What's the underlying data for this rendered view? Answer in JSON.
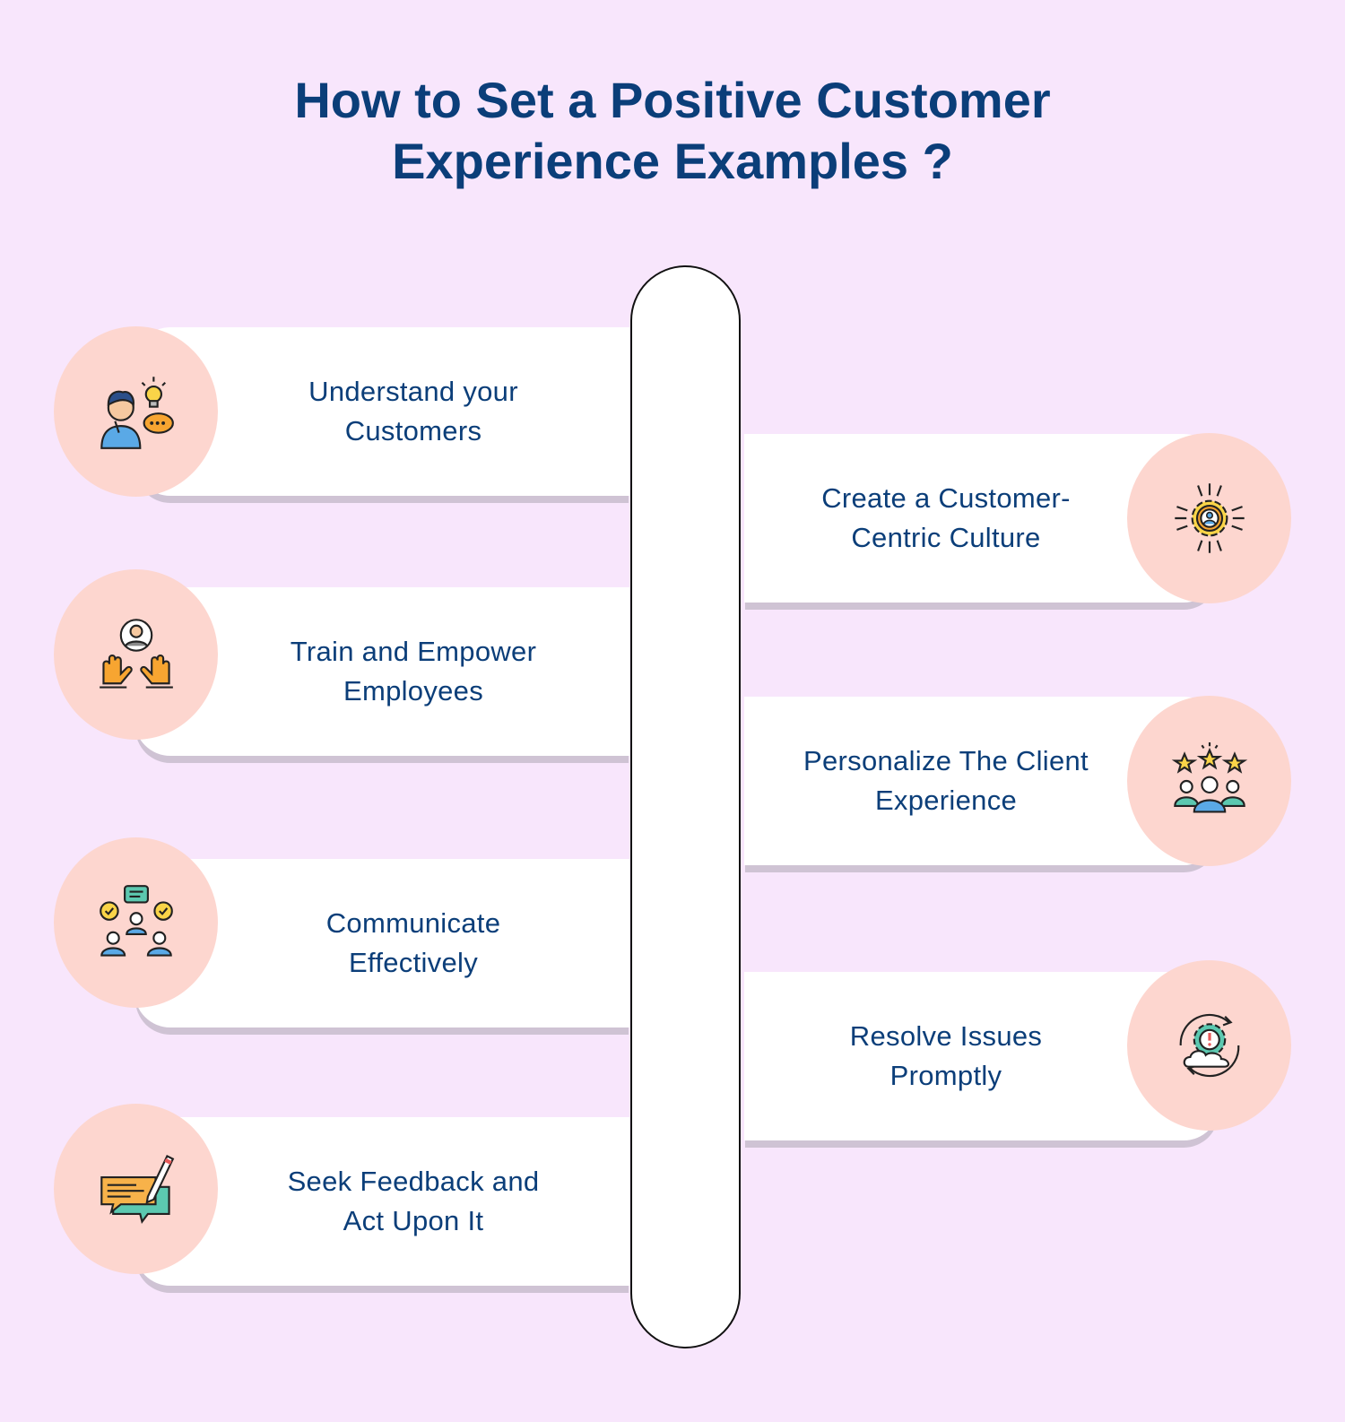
{
  "title": {
    "line1": "How to Set a Positive Customer",
    "line2": "Experience Examples ?"
  },
  "steps_left": [
    {
      "label_line1": "Understand your",
      "label_line2": "Customers",
      "icon": "thinking-customer-icon"
    },
    {
      "label_line1": "Train and Empower",
      "label_line2": "Employees",
      "icon": "empower-employee-icon"
    },
    {
      "label_line1": "Communicate",
      "label_line2": "Effectively",
      "icon": "team-communication-icon"
    },
    {
      "label_line1": "Seek Feedback and",
      "label_line2": "Act Upon It",
      "icon": "feedback-chat-icon"
    }
  ],
  "steps_right": [
    {
      "label_line1": "Create a Customer-",
      "label_line2": "Centric Culture",
      "icon": "customer-centric-gear-icon"
    },
    {
      "label_line1": "Personalize The Client",
      "label_line2": "Experience",
      "icon": "rated-clients-icon"
    },
    {
      "label_line1": "Resolve Issues",
      "label_line2": "Promptly",
      "icon": "issue-resolution-icon"
    }
  ],
  "colors": {
    "background": "#f8e6fc",
    "title_text": "#0b3e79",
    "badge": "#fdd6cf",
    "card": "#ffffff",
    "shadow": "#cfc3d4"
  }
}
